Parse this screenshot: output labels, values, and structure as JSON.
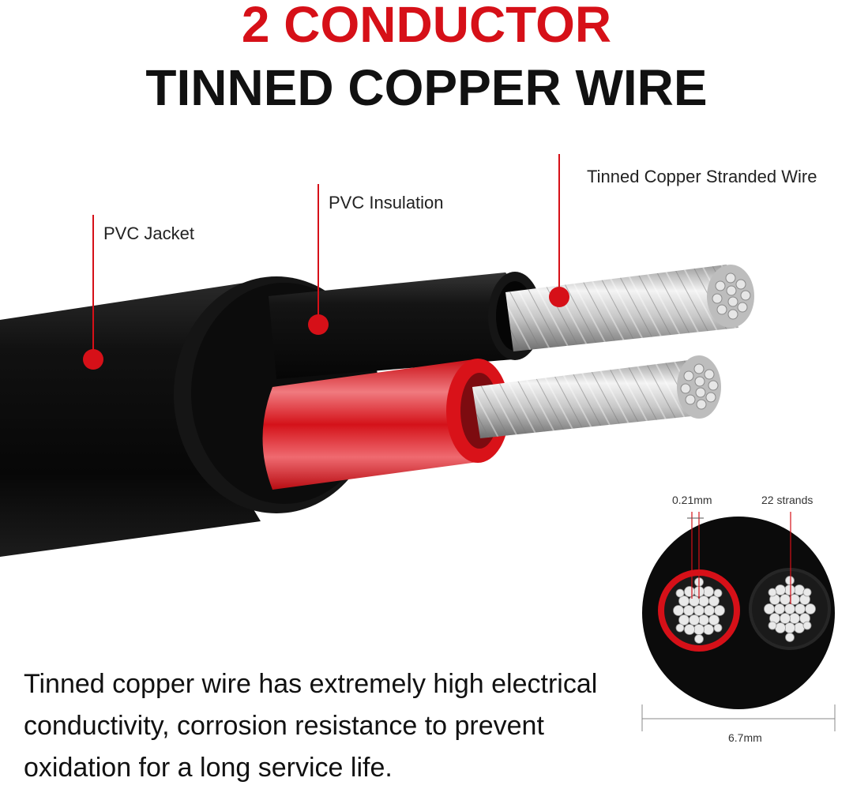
{
  "header": {
    "title_line1": "2 CONDUCTOR",
    "title_line2": "TINNED COPPER WIRE",
    "accent_color": "#d61018"
  },
  "labels": {
    "jacket": "PVC Jacket",
    "insulation": "PVC Insulation",
    "stranded_wire": "Tinned Copper Stranded Wire"
  },
  "cross_section": {
    "strand_diameter": "0.21mm",
    "strand_count": "22 strands",
    "outer_diameter": "6.7mm"
  },
  "description": "Tinned copper wire has extremely high electrical conductivity, corrosion resistance to prevent oxidation for a long service life."
}
